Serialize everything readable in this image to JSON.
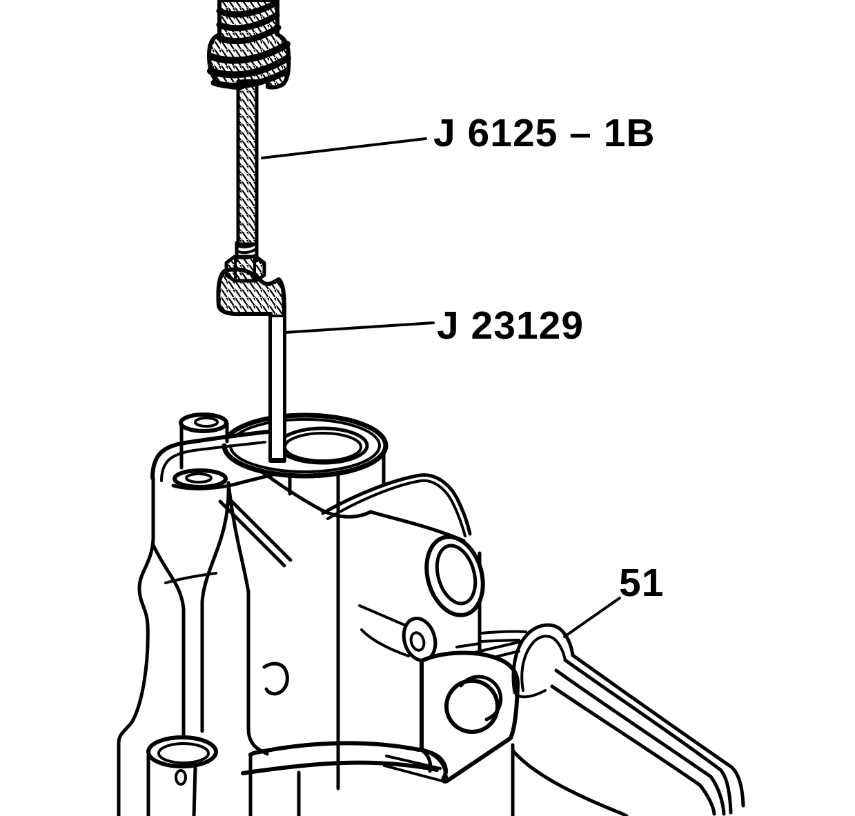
{
  "page": {
    "background": "#ffffff",
    "ink": "#000000",
    "type": "service-manual-line-illustration"
  },
  "callouts": {
    "slide_hammer": {
      "label": "J 6125 – 1B"
    },
    "remover_tool": {
      "label": "J 23129"
    },
    "gasket": {
      "label": "51"
    }
  }
}
